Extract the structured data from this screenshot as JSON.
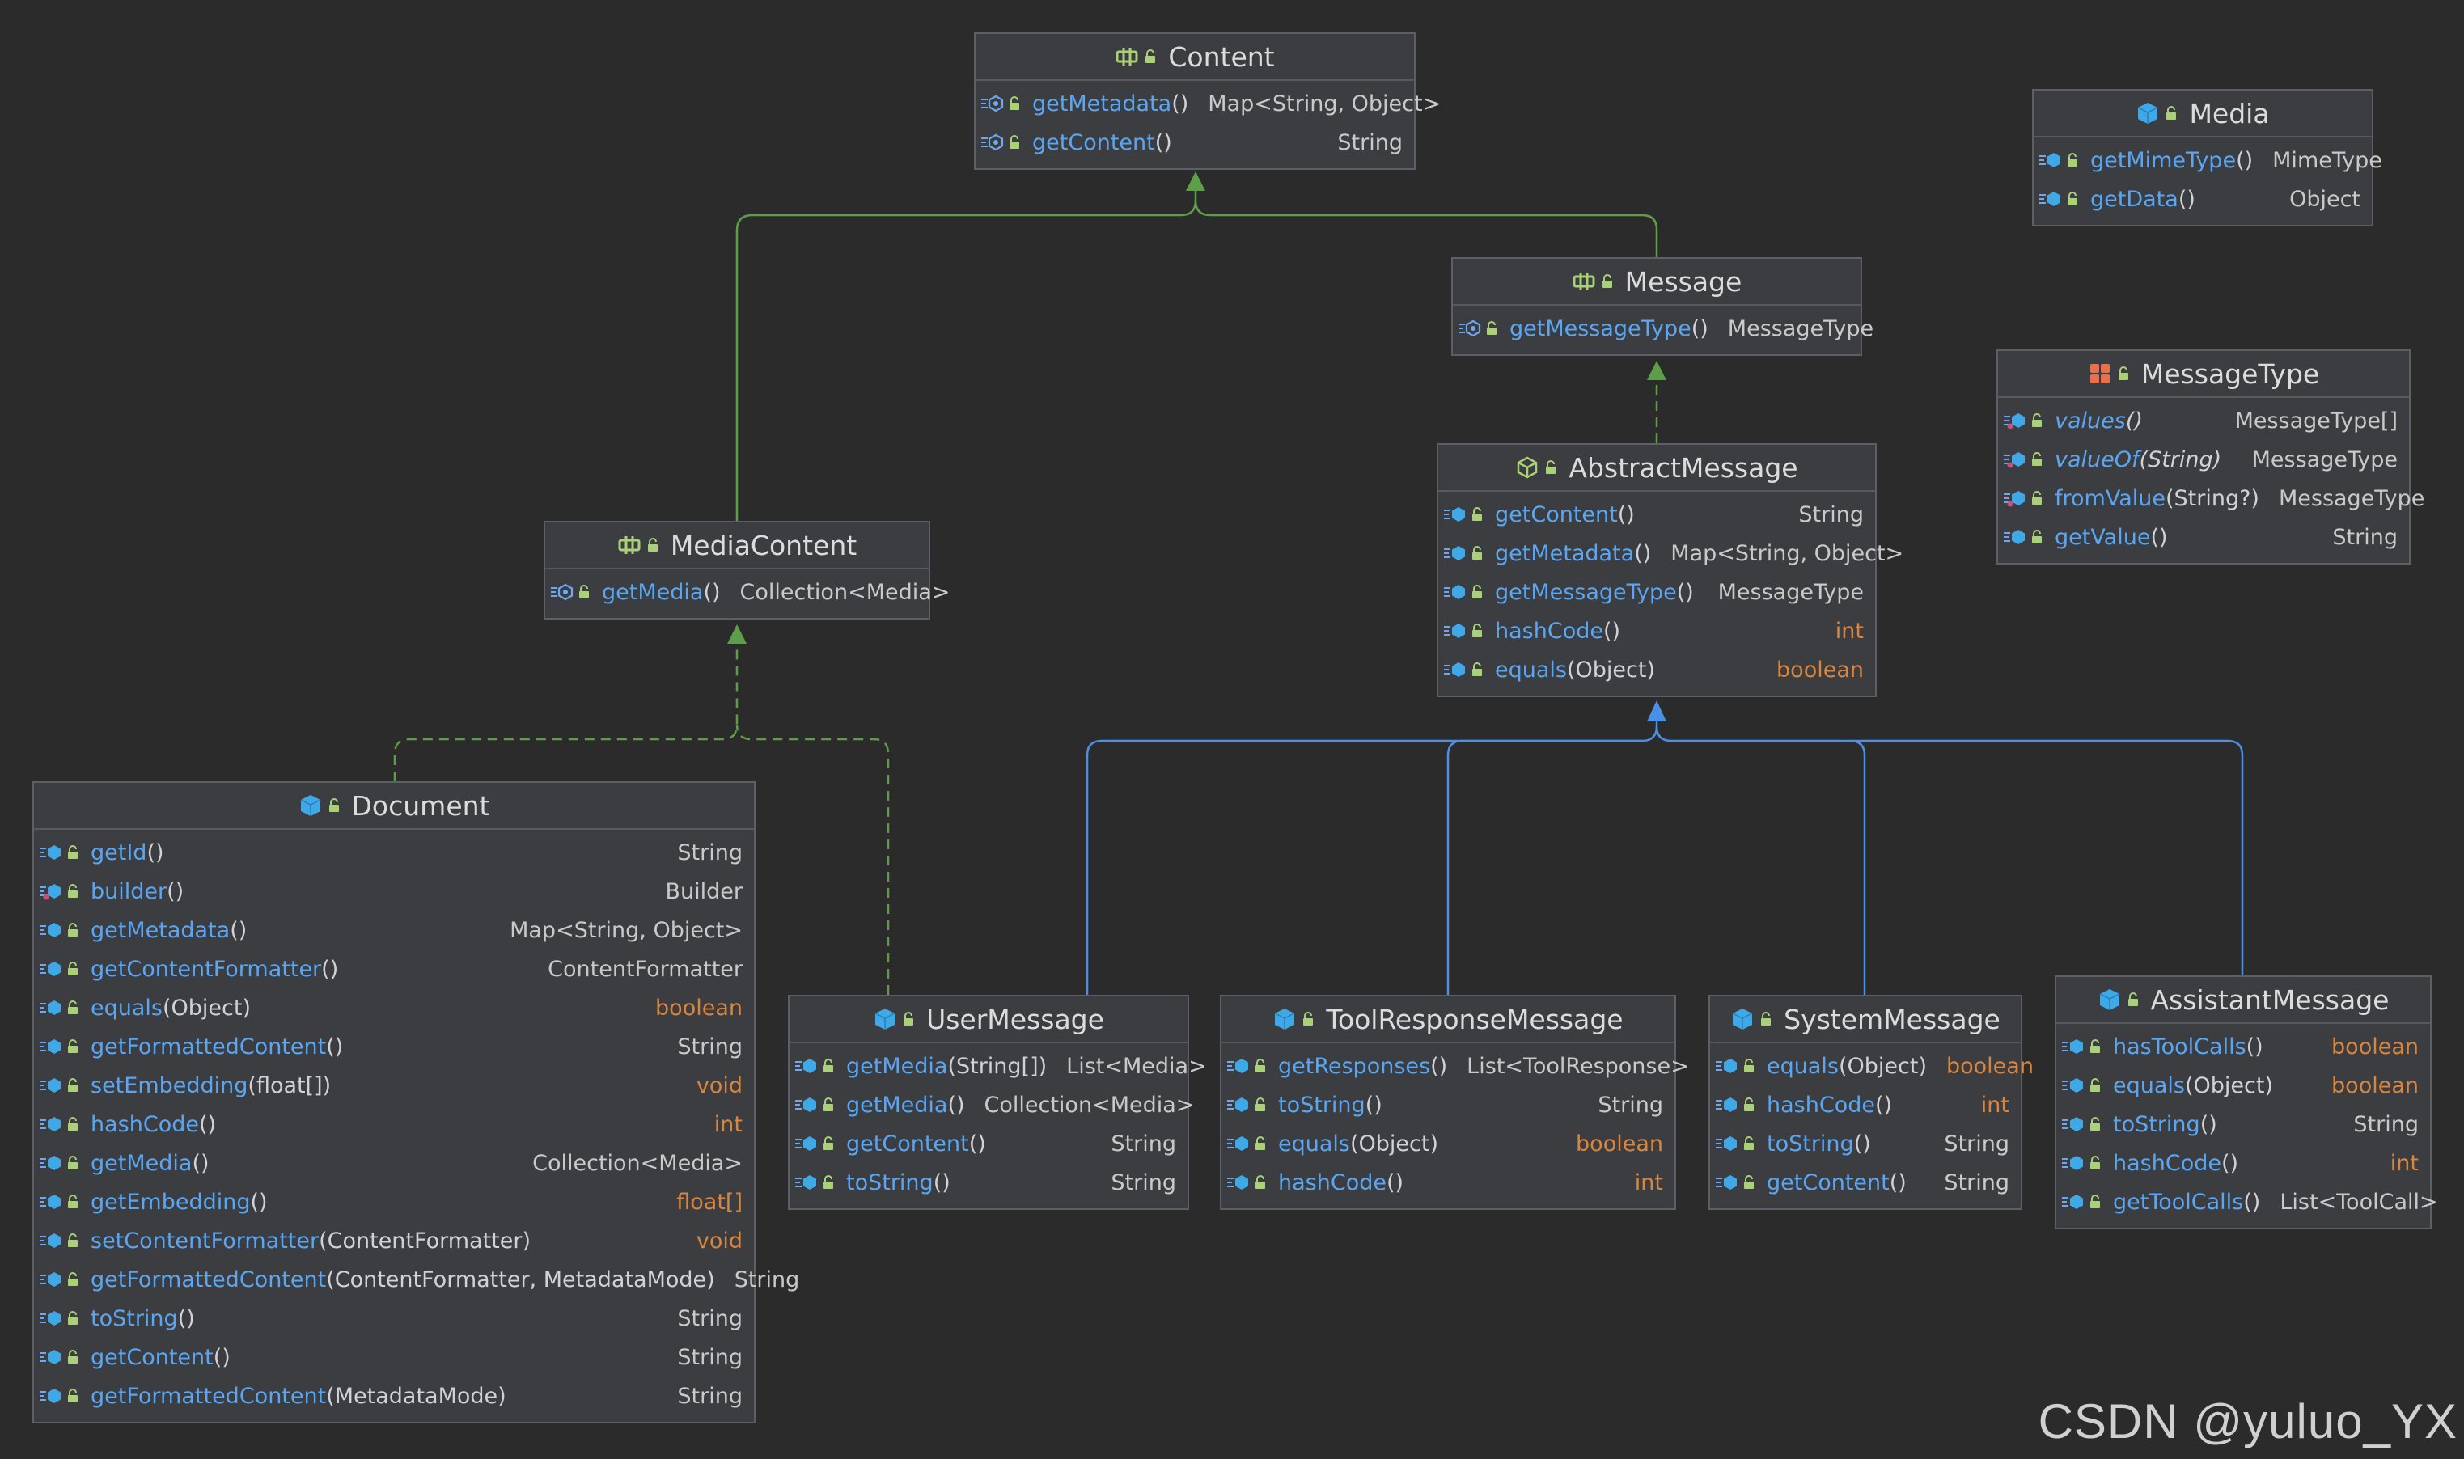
{
  "colors": {
    "background": "#2b2b2b",
    "box_fill": "#3b3d40",
    "box_border": "#5c5f63",
    "method_name": "#5aa6f2",
    "primitive_type": "#d8863f",
    "extends_edge": "#5e9e4a",
    "inherits_class_edge": "#4b8fe6",
    "lock_icon": "#aad177"
  },
  "diagram": {
    "classes": [
      {
        "id": "Content",
        "kind": "interface",
        "name": "Content",
        "methods": [
          {
            "name": "getMetadata",
            "params": "()",
            "type": "Map<String, Object>",
            "prim": false,
            "icon": "abstract-method"
          },
          {
            "name": "getContent",
            "params": "()",
            "type": "String",
            "prim": false,
            "icon": "abstract-method"
          }
        ]
      },
      {
        "id": "Media",
        "kind": "class",
        "name": "Media",
        "methods": [
          {
            "name": "getMimeType",
            "params": "()",
            "type": "MimeType",
            "prim": false,
            "icon": "method"
          },
          {
            "name": "getData",
            "params": "()",
            "type": "Object",
            "prim": false,
            "icon": "method"
          }
        ]
      },
      {
        "id": "Message",
        "kind": "interface",
        "name": "Message",
        "methods": [
          {
            "name": "getMessageType",
            "params": "()",
            "type": "MessageType",
            "prim": false,
            "icon": "abstract-method"
          }
        ]
      },
      {
        "id": "MessageType",
        "kind": "enum",
        "name": "MessageType",
        "methods": [
          {
            "name": "values",
            "params": "()",
            "type": "MessageType[]",
            "prim": false,
            "italic": true,
            "icon": "static-method"
          },
          {
            "name": "valueOf",
            "params": "(String)",
            "type": "MessageType",
            "prim": false,
            "italic": true,
            "icon": "static-method"
          },
          {
            "name": "fromValue",
            "params": "(String?)",
            "type": "MessageType",
            "prim": false,
            "icon": "static-method"
          },
          {
            "name": "getValue",
            "params": "()",
            "type": "String",
            "prim": false,
            "icon": "method"
          }
        ]
      },
      {
        "id": "AbstractMessage",
        "kind": "abstract-class",
        "name": "AbstractMessage",
        "methods": [
          {
            "name": "getContent",
            "params": "()",
            "type": "String",
            "prim": false,
            "icon": "method"
          },
          {
            "name": "getMetadata",
            "params": "()",
            "type": "Map<String, Object>",
            "prim": false,
            "icon": "method"
          },
          {
            "name": "getMessageType",
            "params": "()",
            "type": "MessageType",
            "prim": false,
            "icon": "method"
          },
          {
            "name": "hashCode",
            "params": "()",
            "type": "int",
            "prim": true,
            "icon": "method"
          },
          {
            "name": "equals",
            "params": "(Object)",
            "type": "boolean",
            "prim": true,
            "icon": "method"
          }
        ]
      },
      {
        "id": "MediaContent",
        "kind": "interface",
        "name": "MediaContent",
        "methods": [
          {
            "name": "getMedia",
            "params": "()",
            "type": "Collection<Media>",
            "prim": false,
            "icon": "abstract-method"
          }
        ]
      },
      {
        "id": "Document",
        "kind": "class",
        "name": "Document",
        "methods": [
          {
            "name": "getId",
            "params": "()",
            "type": "String",
            "prim": false,
            "icon": "method"
          },
          {
            "name": "builder",
            "params": "()",
            "type": "Builder",
            "prim": false,
            "icon": "static-method"
          },
          {
            "name": "getMetadata",
            "params": "()",
            "type": "Map<String, Object>",
            "prim": false,
            "icon": "method"
          },
          {
            "name": "getContentFormatter",
            "params": "()",
            "type": "ContentFormatter",
            "prim": false,
            "icon": "method"
          },
          {
            "name": "equals",
            "params": "(Object)",
            "type": "boolean",
            "prim": true,
            "icon": "method"
          },
          {
            "name": "getFormattedContent",
            "params": "()",
            "type": "String",
            "prim": false,
            "icon": "method"
          },
          {
            "name": "setEmbedding",
            "params": "(float[])",
            "type": "void",
            "prim": true,
            "icon": "method"
          },
          {
            "name": "hashCode",
            "params": "()",
            "type": "int",
            "prim": true,
            "icon": "method"
          },
          {
            "name": "getMedia",
            "params": "()",
            "type": "Collection<Media>",
            "prim": false,
            "icon": "method"
          },
          {
            "name": "getEmbedding",
            "params": "()",
            "type": "float[]",
            "prim": true,
            "icon": "method"
          },
          {
            "name": "setContentFormatter",
            "params": "(ContentFormatter)",
            "type": "void",
            "prim": true,
            "icon": "method"
          },
          {
            "name": "getFormattedContent",
            "params": "(ContentFormatter, MetadataMode)",
            "type": "String",
            "prim": false,
            "icon": "method"
          },
          {
            "name": "toString",
            "params": "()",
            "type": "String",
            "prim": false,
            "icon": "method"
          },
          {
            "name": "getContent",
            "params": "()",
            "type": "String",
            "prim": false,
            "icon": "method"
          },
          {
            "name": "getFormattedContent",
            "params": "(MetadataMode)",
            "type": "String",
            "prim": false,
            "icon": "method"
          }
        ]
      },
      {
        "id": "UserMessage",
        "kind": "class",
        "name": "UserMessage",
        "methods": [
          {
            "name": "getMedia",
            "params": "(String[])",
            "type": "List<Media>",
            "prim": false,
            "icon": "method"
          },
          {
            "name": "getMedia",
            "params": "()",
            "type": "Collection<Media>",
            "prim": false,
            "icon": "method"
          },
          {
            "name": "getContent",
            "params": "()",
            "type": "String",
            "prim": false,
            "icon": "method"
          },
          {
            "name": "toString",
            "params": "()",
            "type": "String",
            "prim": false,
            "icon": "method"
          }
        ]
      },
      {
        "id": "ToolResponseMessage",
        "kind": "class",
        "name": "ToolResponseMessage",
        "methods": [
          {
            "name": "getResponses",
            "params": "()",
            "type": "List<ToolResponse>",
            "prim": false,
            "icon": "method"
          },
          {
            "name": "toString",
            "params": "()",
            "type": "String",
            "prim": false,
            "icon": "method"
          },
          {
            "name": "equals",
            "params": "(Object)",
            "type": "boolean",
            "prim": true,
            "icon": "method"
          },
          {
            "name": "hashCode",
            "params": "()",
            "type": "int",
            "prim": true,
            "icon": "method"
          }
        ]
      },
      {
        "id": "SystemMessage",
        "kind": "class",
        "name": "SystemMessage",
        "methods": [
          {
            "name": "equals",
            "params": "(Object)",
            "type": "boolean",
            "prim": true,
            "icon": "method"
          },
          {
            "name": "hashCode",
            "params": "()",
            "type": "int",
            "prim": true,
            "icon": "method"
          },
          {
            "name": "toString",
            "params": "()",
            "type": "String",
            "prim": false,
            "icon": "method"
          },
          {
            "name": "getContent",
            "params": "()",
            "type": "String",
            "prim": false,
            "icon": "method"
          }
        ]
      },
      {
        "id": "AssistantMessage",
        "kind": "class",
        "name": "AssistantMessage",
        "methods": [
          {
            "name": "hasToolCalls",
            "params": "()",
            "type": "boolean",
            "prim": true,
            "icon": "method"
          },
          {
            "name": "equals",
            "params": "(Object)",
            "type": "boolean",
            "prim": true,
            "icon": "method"
          },
          {
            "name": "toString",
            "params": "()",
            "type": "String",
            "prim": false,
            "icon": "method"
          },
          {
            "name": "hashCode",
            "params": "()",
            "type": "int",
            "prim": true,
            "icon": "method"
          },
          {
            "name": "getToolCalls",
            "params": "()",
            "type": "List<ToolCall>",
            "prim": false,
            "icon": "method"
          }
        ]
      }
    ],
    "edges": [
      {
        "from": "MediaContent",
        "to": "Content",
        "kind": "extends"
      },
      {
        "from": "Message",
        "to": "Content",
        "kind": "extends"
      },
      {
        "from": "AbstractMessage",
        "to": "Message",
        "kind": "implements"
      },
      {
        "from": "Document",
        "to": "MediaContent",
        "kind": "implements"
      },
      {
        "from": "UserMessage",
        "to": "MediaContent",
        "kind": "implements"
      },
      {
        "from": "UserMessage",
        "to": "AbstractMessage",
        "kind": "inherits"
      },
      {
        "from": "ToolResponseMessage",
        "to": "AbstractMessage",
        "kind": "inherits"
      },
      {
        "from": "SystemMessage",
        "to": "AbstractMessage",
        "kind": "inherits"
      },
      {
        "from": "AssistantMessage",
        "to": "AbstractMessage",
        "kind": "inherits"
      }
    ]
  },
  "watermark": "CSDN @yuluo_YX"
}
